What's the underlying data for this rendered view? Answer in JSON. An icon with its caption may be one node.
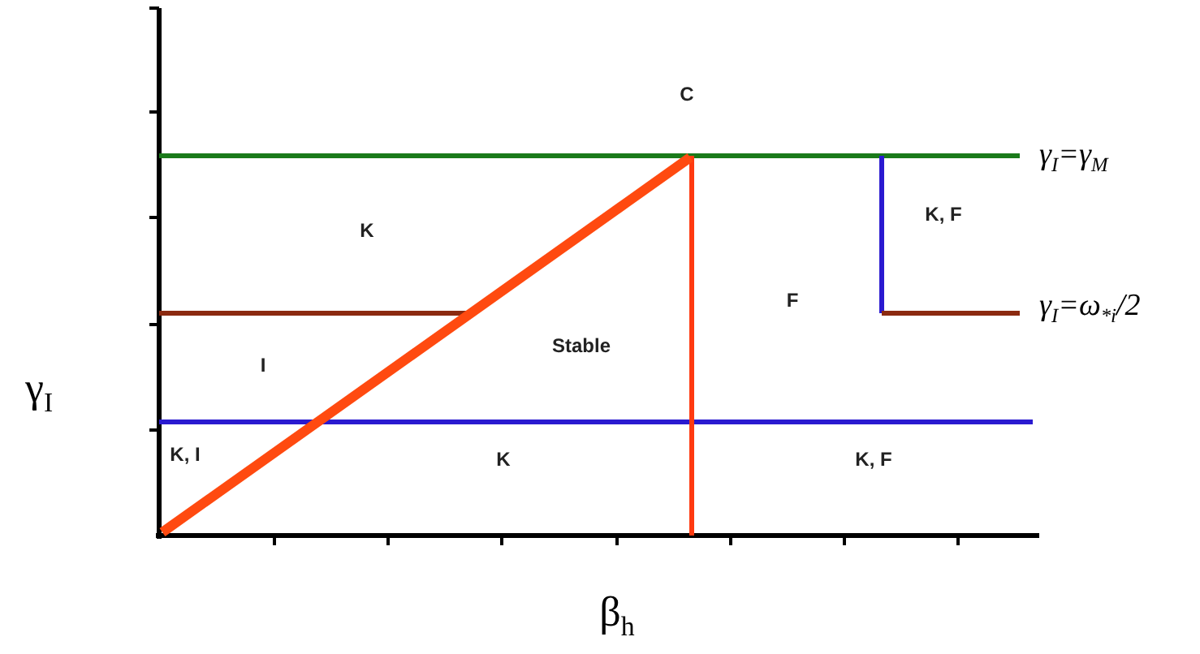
{
  "diagram": {
    "labels": [
      "C",
      "γ$_{I}$=γ$_{M}$",
      "K",
      "K, F",
      "F",
      "γ$_{I}$=ω$_{*i}$/2",
      "Stable",
      "I",
      "γ$_{I}$",
      "K, I",
      "K",
      "K, F",
      "β$_{h}$"
    ]
  }
}
